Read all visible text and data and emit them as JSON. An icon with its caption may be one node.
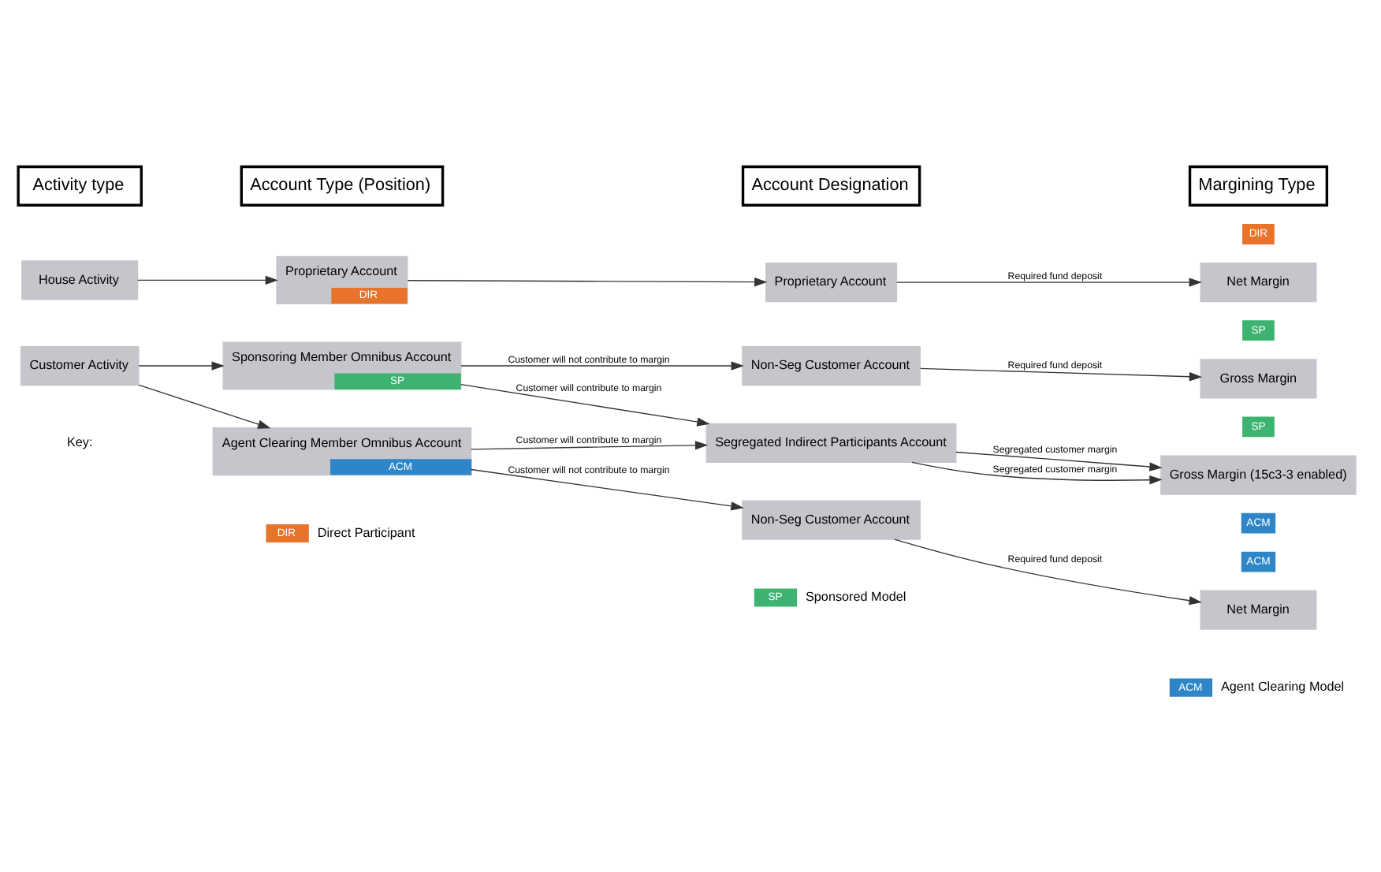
{
  "diagram": {
    "nodes": [
      {
        "text": [
          "Activity type"
        ]
      },
      {
        "text": [
          "Account Type (Position)"
        ]
      },
      {
        "text": [
          "Account Designation"
        ]
      },
      {
        "text": [
          "Margining Type"
        ]
      },
      {
        "text": [
          "House Activity"
        ]
      },
      {
        "text": [
          "Proprietary Account",
          "DIR"
        ]
      },
      {
        "text": [
          "Proprietary Account"
        ]
      },
      {
        "text": [
          "Net Margin"
        ]
      },
      {
        "text": [
          "Customer Activity"
        ]
      },
      {
        "text": [
          "Sponsoring Member Omnibus Account",
          "SP"
        ]
      },
      {
        "text": [
          "Agent Clearing Member Omnibus Account",
          "ACM"
        ]
      },
      {
        "text": [
          "Non-Seg Customer Account"
        ]
      },
      {
        "text": [
          "Segregated Indirect Participants Account"
        ]
      },
      {
        "text": [
          "Non-Seg Customer Account"
        ]
      },
      {
        "text": [
          "Gross Margin"
        ]
      },
      {
        "text": [
          "Gross Margin (15c3-3 enabled)"
        ]
      },
      {
        "text": [
          "Net Margin"
        ]
      }
    ],
    "edges": [
      {
        "from": 4,
        "to": 5,
        "arrow": "to"
      },
      {
        "from": 5,
        "to": 6,
        "arrow": "to"
      },
      {
        "from": 6,
        "to": 7,
        "label": "Required fund deposit",
        "arrow": "to"
      },
      {
        "from": 8,
        "to": 9,
        "arrow": "to"
      },
      {
        "from": 8,
        "to": 10,
        "arrow": "to"
      },
      {
        "from": 9,
        "to": 11,
        "label": "Customer will not contribute to margin",
        "arrow": "to"
      },
      {
        "from": 9,
        "to": 12,
        "label": "Customer will contribute to margin",
        "arrow": "to"
      },
      {
        "from": 10,
        "to": 12,
        "label": "Customer will contribute to margin",
        "arrow": "to"
      },
      {
        "from": 10,
        "to": 13,
        "label": "Customer will not contribute to margin",
        "arrow": "to"
      },
      {
        "from": 11,
        "to": 14,
        "label": "Required fund deposit",
        "arrow": "to"
      },
      {
        "from": 12,
        "to": 15,
        "label": "Segregated customer margin",
        "arrow": "to"
      },
      {
        "from": 12,
        "to": 15,
        "label": "Segregated customer margin",
        "arrow": "to"
      },
      {
        "from": 13,
        "to": 16,
        "label": "Required fund deposit",
        "arrow": "to"
      }
    ],
    "labels": [
      "DIR",
      "SP",
      "SP",
      "ACM",
      "ACM",
      "Key:",
      "DIR",
      "SP",
      "ACM"
    ],
    "legend": [
      {
        "text": "Direct Participant",
        "color": "#e8732a"
      },
      {
        "text": "Sponsored Model",
        "color": "#3cb371"
      },
      {
        "text": "Agent Clearing Model",
        "color": "#2e86c8"
      }
    ]
  }
}
